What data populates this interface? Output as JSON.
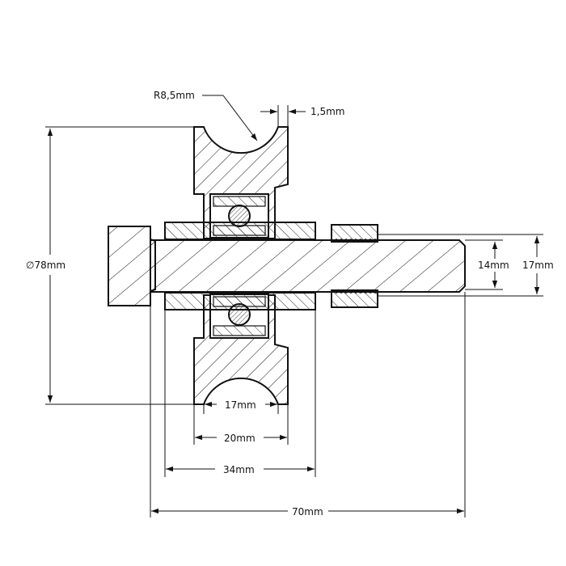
{
  "colors": {
    "line": "#111111",
    "background": "#ffffff",
    "section_fill": "#ffffff"
  },
  "dimensions": {
    "groove_radius": "R8,5mm",
    "lip_width": "1,5mm",
    "outer_diameter": "∅78mm",
    "axle_inner": "14mm",
    "axle_outer": "17mm",
    "groove_width": "17mm",
    "wheel_width": "20mm",
    "spacer_width": "34mm",
    "total_length": "70mm"
  }
}
